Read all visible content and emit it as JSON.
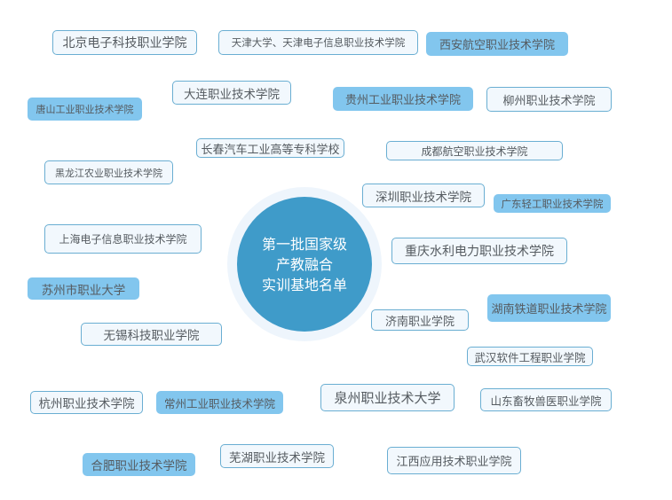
{
  "center": {
    "line1": "第一批国家级",
    "line2": "产教融合",
    "line3": "实训基地名单"
  },
  "nodes": [
    {
      "label": "北京电子科技职业学院",
      "style": "outline"
    },
    {
      "label": "天津大学、天津电子信息职业技术学院",
      "style": "outline"
    },
    {
      "label": "西安航空职业技术学院",
      "style": "filled"
    },
    {
      "label": "大连职业技术学院",
      "style": "outline"
    },
    {
      "label": "唐山工业职业技术学院",
      "style": "filled"
    },
    {
      "label": "贵州工业职业技术学院",
      "style": "filled"
    },
    {
      "label": "柳州职业技术学院",
      "style": "outline"
    },
    {
      "label": "长春汽车工业高等专科学校",
      "style": "outline"
    },
    {
      "label": "成都航空职业技术学院",
      "style": "outline"
    },
    {
      "label": "黑龙江农业职业技术学院",
      "style": "outline"
    },
    {
      "label": "深圳职业技术学院",
      "style": "outline"
    },
    {
      "label": "广东轻工职业技术学院",
      "style": "filled"
    },
    {
      "label": "上海电子信息职业技术学院",
      "style": "outline"
    },
    {
      "label": "重庆水利电力职业技术学院",
      "style": "outline"
    },
    {
      "label": "苏州市职业大学",
      "style": "filled"
    },
    {
      "label": "湖南铁道职业技术学院",
      "style": "filled"
    },
    {
      "label": "济南职业学院",
      "style": "outline"
    },
    {
      "label": "无锡科技职业学院",
      "style": "outline"
    },
    {
      "label": "武汉软件工程职业学院",
      "style": "outline"
    },
    {
      "label": "杭州职业技术学院",
      "style": "outline"
    },
    {
      "label": "常州工业职业技术学院",
      "style": "filled"
    },
    {
      "label": "泉州职业技术大学",
      "style": "outline"
    },
    {
      "label": "山东畜牧兽医职业学院",
      "style": "outline"
    },
    {
      "label": "合肥职业技术学院",
      "style": "filled"
    },
    {
      "label": "芜湖职业技术学院",
      "style": "outline"
    },
    {
      "label": "江西应用技术职业学院",
      "style": "outline"
    }
  ],
  "colors": {
    "center_fill": "#3f9bc9",
    "center_ring": "#eef5fc",
    "outline_border": "#6aaed2",
    "outline_fill": "#f2f8fd",
    "filled_bg": "#82c6ee",
    "text": "#555b60"
  }
}
